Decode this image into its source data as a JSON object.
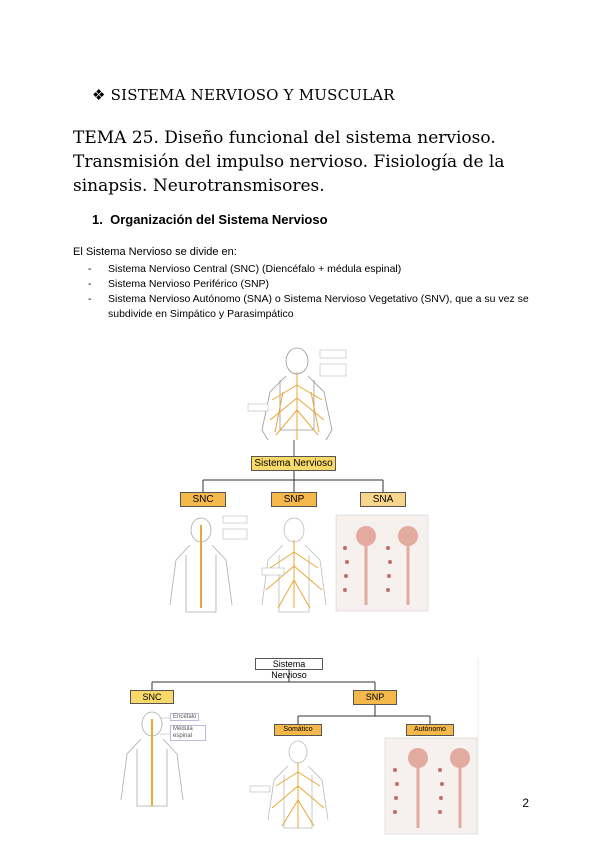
{
  "section": {
    "bullet": "❖",
    "title": "SISTEMA NERVIOSO Y MUSCULAR"
  },
  "tema": {
    "title": "TEMA 25. Diseño funcional del sistema nervioso. Transmisión del impulso nervioso. Fisiología de la sinapsis. Neurotransmisores."
  },
  "heading": {
    "number": "1.",
    "text": "Organización del Sistema Nervioso"
  },
  "intro": "El Sistema Nervioso se divide en:",
  "items": [
    "Sistema Nervioso Central (SNC) (Diencéfalo + médula espinal)",
    "Sistema Nervioso Periférico (SNP)",
    "Sistema Nervioso Autónomo (SNA) o Sistema Nervioso Vegetativo (SNV), que a su vez se subdivide en Simpático y Parasimpático"
  ],
  "diagram1": {
    "root": "Sistema Nervioso",
    "children": [
      "SNC",
      "SNP",
      "SNA"
    ]
  },
  "diagram2": {
    "root": "Sistema Nervioso",
    "snc": "SNC",
    "snc_labels": [
      "Encéfalo",
      "Médula espinal"
    ],
    "snp": "SNP",
    "snp_children": [
      "Somático",
      "Autónomo"
    ]
  },
  "page_number": "2",
  "colors": {
    "nerve": "#e8a83a",
    "box_main": "#f8d96a",
    "box_dark": "#f5b84a"
  }
}
